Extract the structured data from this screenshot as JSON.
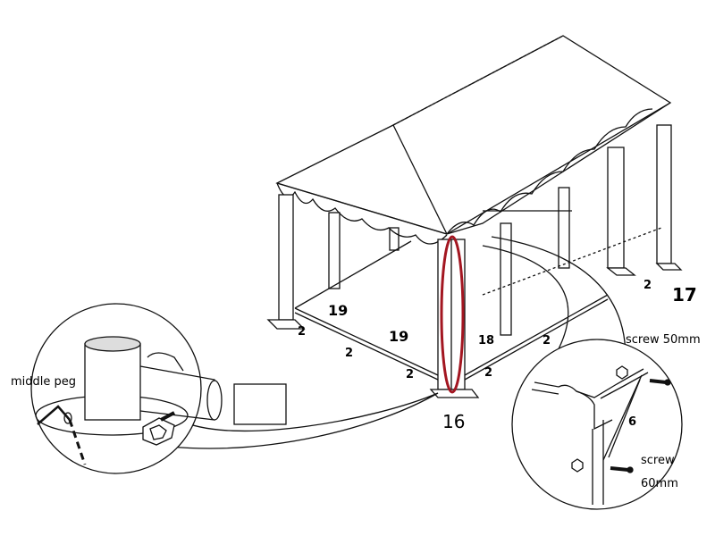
{
  "labels": {
    "part_19_a": "19",
    "part_19_b": "19",
    "part_2_a": "2",
    "part_2_b": "2",
    "part_2_c": "2",
    "part_2_d": "2",
    "part_2_e": "2",
    "part_2_f": "2",
    "part_18": "18",
    "part_16": "16",
    "part_17": "17",
    "part_6": "6",
    "middle_peg": "middle peg",
    "screw_50": "screw 50mm",
    "screw_60_a": "screw",
    "screw_60_b": "60mm"
  },
  "colors": {
    "highlight": "#a31621",
    "line": "#111111"
  }
}
